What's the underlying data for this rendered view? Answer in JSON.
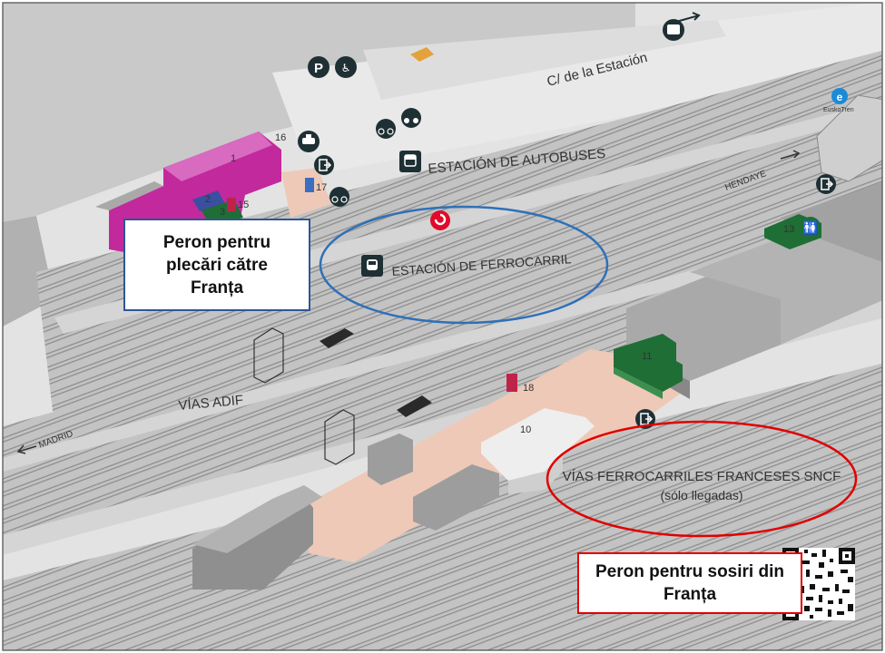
{
  "labels": {
    "street": "C/ de la Estación",
    "bus_station": "ESTACIÓN DE AUTOBUSES",
    "rail_station": "ESTACIÓN DE FERROCARRIL",
    "vias_adif": "VÍAS ADIF",
    "madrid": "MADRID",
    "hendaye": "HENDAYE",
    "sncf_line1": "VÍAS FERROCARRILES FRANCESES SNCF",
    "sncf_line2": "(sólo llegadas)",
    "euskotren": "EuskoTren"
  },
  "numbers": {
    "n1": "1",
    "n2": "2",
    "n3": "3",
    "n10": "10",
    "n11": "11",
    "n13": "13",
    "n15": "15",
    "n16": "16",
    "n17": "17",
    "n18": "18"
  },
  "callouts": {
    "departures": "Peron pentru\nplecări către\nFranța",
    "arrivals": "Peron pentru sosiri din\nFranța"
  },
  "colors": {
    "ground": "#dcdcdc",
    "track": "#bdbdbd",
    "rail": "#8f8f8f",
    "platform": "#eec9b8",
    "building_top": "#a9a9a9",
    "building_side": "#8a8a8a",
    "magenta": "#c2299c",
    "magenta_light": "#d86ac0",
    "green_dark": "#1f6e35",
    "icon_dark": "#1f3035",
    "blue_ellipse": "#2f70b7",
    "red_ellipse": "#e00000"
  },
  "icons": [
    "parking-icon",
    "accessible-parking-icon",
    "taxi-icon",
    "bus-icon",
    "exit-icon",
    "bike-parking-icon",
    "motorbike-parking-icon",
    "train-icon",
    "toilet-icon",
    "renfe-logo-icon",
    "euskotren-logo-icon",
    "qr-code-icon"
  ]
}
